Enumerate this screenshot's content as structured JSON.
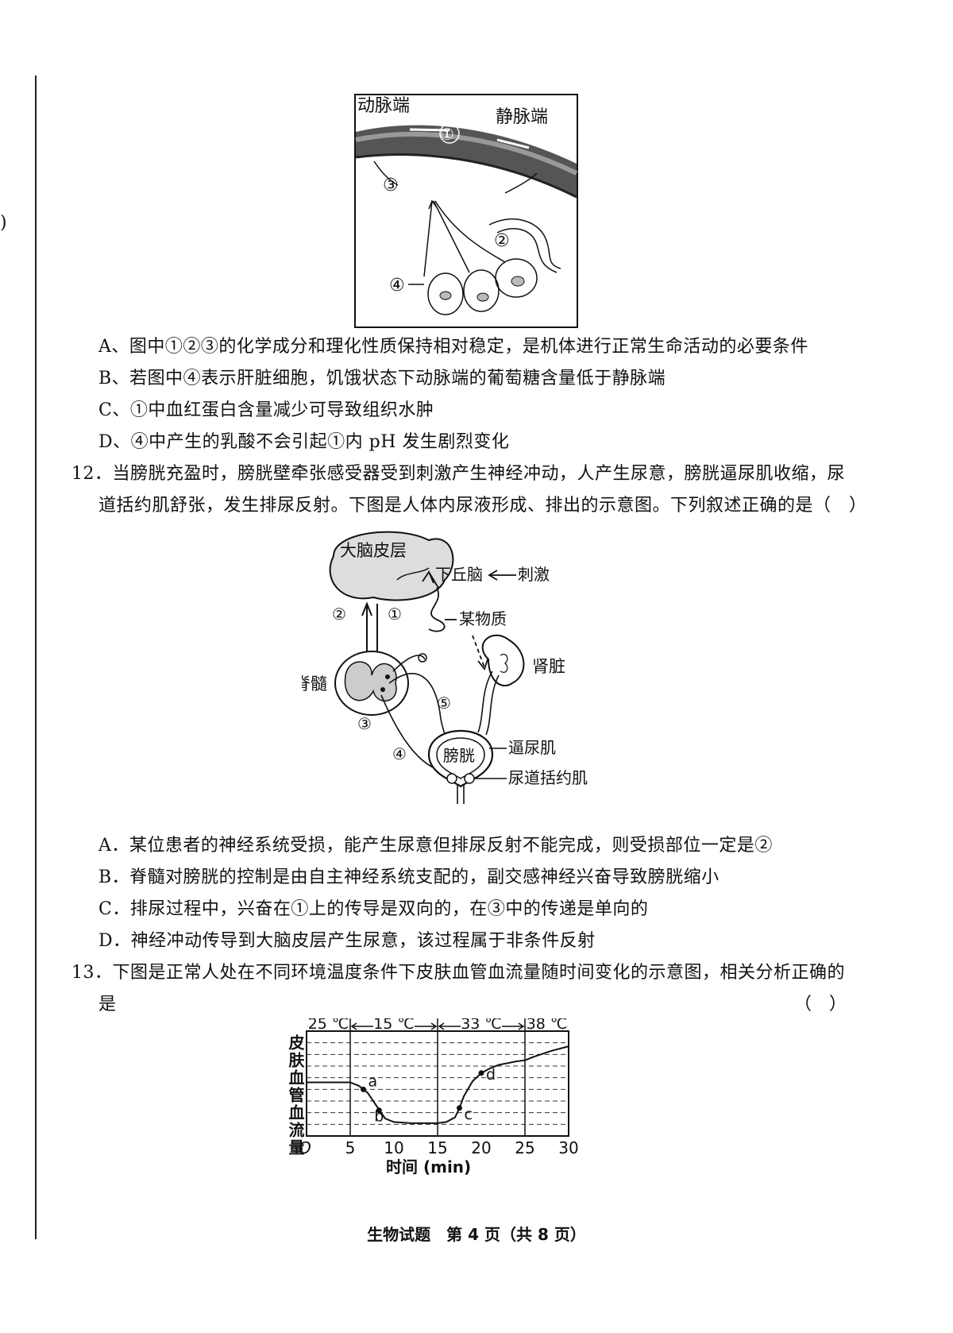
{
  "q11": {
    "figure": {
      "artery_end": "动脉端",
      "vein_end": "静脉端",
      "m1": "①",
      "m2": "②",
      "m3": "③",
      "m4": "④"
    },
    "options": [
      "A、图中①②③的化学成分和理化性质保持相对稳定，是机体进行正常生命活动的必要条件",
      "B、若图中④表示肝脏细胞，饥饿状态下动脉端的葡萄糖含量低于静脉端",
      "C、①中血红蛋白含量减少可导致组织水肿",
      "D、④中产生的乳酸不会引起①内 pH 发生剧烈变化"
    ]
  },
  "q12": {
    "text_line1": "12．当膀胱充盈时，膀胱壁牵张感受器受到刺激产生神经冲动，人产生尿意，膀胱逼尿肌收缩，尿",
    "text_line2": "道括约肌舒张，发生排尿反射。下图是人体内尿液形成、排出的示意图。下列叙述正确的是（　）",
    "figure": {
      "cortex": "大脑皮层",
      "hypothalamus": "下丘脑",
      "stimulus": "刺激",
      "substance": "某物质",
      "spinal_cord": "脊髓",
      "kidney": "肾脏",
      "bladder": "膀胱",
      "detrusor": "逼尿肌",
      "sphincter": "尿道括约肌",
      "m1": "①",
      "m2": "②",
      "m3": "③",
      "m4": "④",
      "m5": "⑤"
    },
    "options": [
      "A．某位患者的神经系统受损，能产生尿意但排尿反射不能完成，则受损部位一定是②",
      "B．脊髓对膀胱的控制是由自主神经系统支配的，副交感神经兴奋导致膀胱缩小",
      "C．排尿过程中，兴奋在①上的传导是双向的，在③中的传递是单向的",
      "D．神经冲动传导到大脑皮层产生尿意，该过程属于非条件反射"
    ]
  },
  "q13": {
    "text_line1": "13．下图是正常人处在不同环境温度条件下皮肤血管血流量随时间变化的示意图，相关分析正确的",
    "text_line2": "是",
    "paren": "（　）"
  },
  "chart_data": {
    "type": "line",
    "ylabel": "皮肤血管血流量",
    "xlabel": "时间 (min)",
    "origin_label": "O",
    "x_ticks": [
      "5",
      "10",
      "15",
      "20",
      "25",
      "30"
    ],
    "xlim": [
      0,
      30
    ],
    "temperature_bands": [
      {
        "label": "25 ℃",
        "from": 0,
        "to": 5
      },
      {
        "label": "15 ℃",
        "from": 5,
        "to": 15
      },
      {
        "label": "33 ℃",
        "from": 15,
        "to": 25
      },
      {
        "label": "38 ℃",
        "from": 25,
        "to": 30
      }
    ],
    "grid_rows": 9,
    "series": [
      {
        "x": [
          0,
          5,
          6,
          7,
          8,
          9,
          10,
          12,
          14,
          15,
          16,
          17,
          17.5,
          18,
          19,
          20,
          21,
          22,
          24,
          25,
          26,
          28,
          30
        ],
        "y": [
          4.6,
          4.6,
          4.3,
          3.7,
          2.6,
          1.5,
          1.2,
          1.1,
          1.1,
          1.1,
          1.2,
          1.6,
          2.4,
          3.4,
          4.7,
          5.4,
          5.8,
          6.1,
          6.4,
          6.5,
          6.8,
          7.3,
          7.7
        ]
      }
    ],
    "ylim": [
      0,
      9
    ],
    "points": [
      {
        "label": "a",
        "x": 6.5,
        "y": 4.0
      },
      {
        "label": "b",
        "x": 8.3,
        "y": 2.2
      },
      {
        "label": "c",
        "x": 17.5,
        "y": 2.4
      },
      {
        "label": "d",
        "x": 20,
        "y": 5.4
      }
    ]
  },
  "footer": "生物试题　第 4 页（共 8 页）",
  "margin_mark": ")"
}
